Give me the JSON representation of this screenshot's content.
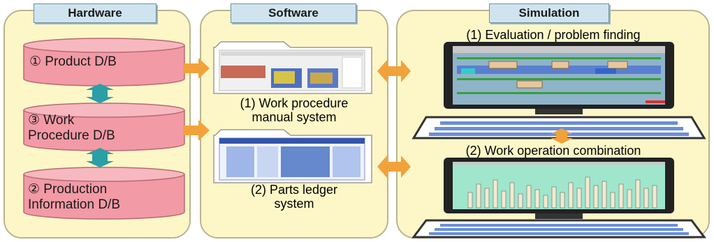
{
  "panels": {
    "hardware": {
      "title": "Hardware"
    },
    "software": {
      "title": "Software"
    },
    "simulation": {
      "title": "Simulation"
    }
  },
  "hardware": {
    "db1": "① Product D/B",
    "db3_line1": "③ Work",
    "db3_line2": "Procedure D/B",
    "db2_line1": "② Production",
    "db2_line2": "Information D/B"
  },
  "software": {
    "sys1_line1": "(1) Work procedure",
    "sys1_line2": "manual system",
    "sys2_line1": "(2) Parts ledger",
    "sys2_line2": "system"
  },
  "simulation": {
    "sim1": "(1) Evaluation / problem finding",
    "sim2": "(2) Work operation combination"
  },
  "colors": {
    "panel_fill": "#fdf7c8",
    "tab_fill": "#cfe4ee",
    "db_fill": "#f29aa6",
    "orange_arrow": "#f2a23a",
    "teal_arrow": "#2a9fa6"
  }
}
